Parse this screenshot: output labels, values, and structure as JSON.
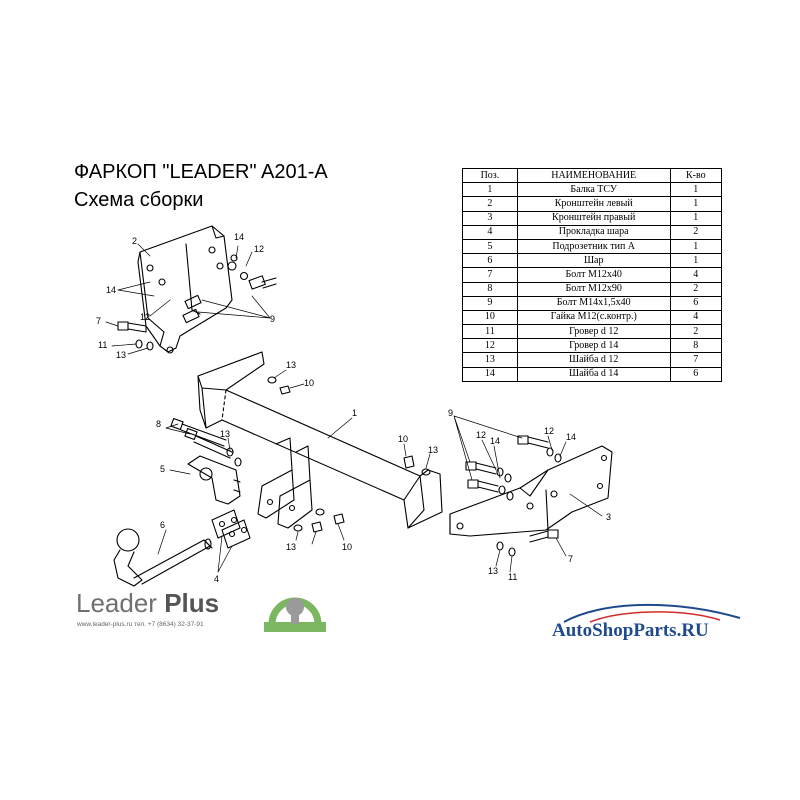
{
  "header": {
    "title": "ФАРКОП \"LEADER\" A201-A",
    "subtitle": "Схема сборки"
  },
  "parts_table": {
    "headers": [
      "Поз.",
      "НАИМЕНОВАНИЕ",
      "К-во"
    ],
    "rows": [
      {
        "pos": "1",
        "name": "Балка ТСУ",
        "qty": "1"
      },
      {
        "pos": "2",
        "name": "Кронштейн левый",
        "qty": "1"
      },
      {
        "pos": "3",
        "name": "Кронштейн правый",
        "qty": "1"
      },
      {
        "pos": "4",
        "name": "Прокладка шара",
        "qty": "2"
      },
      {
        "pos": "5",
        "name": "Подрозетник тип А",
        "qty": "1"
      },
      {
        "pos": "6",
        "name": "Шар",
        "qty": "1"
      },
      {
        "pos": "7",
        "name": "Болт М12х40",
        "qty": "4"
      },
      {
        "pos": "8",
        "name": "Болт М12х90",
        "qty": "2"
      },
      {
        "pos": "9",
        "name": "Болт М14х1,5х40",
        "qty": "6"
      },
      {
        "pos": "10",
        "name": "Гайка М12(с.контр.)",
        "qty": "4"
      },
      {
        "pos": "11",
        "name": "Гровер d 12",
        "qty": "2"
      },
      {
        "pos": "12",
        "name": "Гровер d 14",
        "qty": "8"
      },
      {
        "pos": "13",
        "name": "Шайба d 12",
        "qty": "7"
      },
      {
        "pos": "14",
        "name": "Шайба d 14",
        "qty": "6"
      }
    ]
  },
  "callouts": [
    {
      "id": "c-2-left",
      "text": "2"
    },
    {
      "id": "c-14-top",
      "text": "14"
    },
    {
      "id": "c-12-top",
      "text": "12"
    },
    {
      "id": "c-14-left",
      "text": "14"
    },
    {
      "id": "c-12-left",
      "text": "12"
    },
    {
      "id": "c-9-left",
      "text": "9"
    },
    {
      "id": "c-7-left",
      "text": "7"
    },
    {
      "id": "c-11-left",
      "text": "11"
    },
    {
      "id": "c-13-left",
      "text": "13"
    },
    {
      "id": "c-13-center",
      "text": "13"
    },
    {
      "id": "c-10-center",
      "text": "10"
    },
    {
      "id": "c-1-beam",
      "text": "1"
    },
    {
      "id": "c-8-bolts",
      "text": "8"
    },
    {
      "id": "c-13-bolts",
      "text": "13"
    },
    {
      "id": "c-5-socket",
      "text": "5"
    },
    {
      "id": "c-10-mid",
      "text": "10"
    },
    {
      "id": "c-13-mid",
      "text": "13"
    },
    {
      "id": "c-6-ball",
      "text": "6"
    },
    {
      "id": "c-4-plates",
      "text": "4"
    },
    {
      "id": "c-13-bottom",
      "text": "13"
    },
    {
      "id": "c-10-bottom",
      "text": "10"
    },
    {
      "id": "c-9-right",
      "text": "9"
    },
    {
      "id": "c-12-right",
      "text": "12"
    },
    {
      "id": "c-14-right-a",
      "text": "14"
    },
    {
      "id": "c-12-right-b",
      "text": "12"
    },
    {
      "id": "c-14-right-b",
      "text": "14"
    },
    {
      "id": "c-3-right",
      "text": "3"
    },
    {
      "id": "c-7-right",
      "text": "7"
    },
    {
      "id": "c-13-right",
      "text": "13"
    },
    {
      "id": "c-11-right",
      "text": "11"
    }
  ],
  "branding": {
    "brand_light": "Leader",
    "brand_bold": "Plus",
    "contacts": "www.leader-plus.ru   тел. +7 (8634) 32-37-91",
    "watermark": "AutoShopParts.RU"
  },
  "colors": {
    "line": "#000000",
    "brand_gray": "#707070",
    "logo_green": "#7bb661",
    "logo_gray": "#9a9a9a",
    "watermark_blue": "#1f4a8c",
    "watermark_red": "#d42a2a"
  }
}
